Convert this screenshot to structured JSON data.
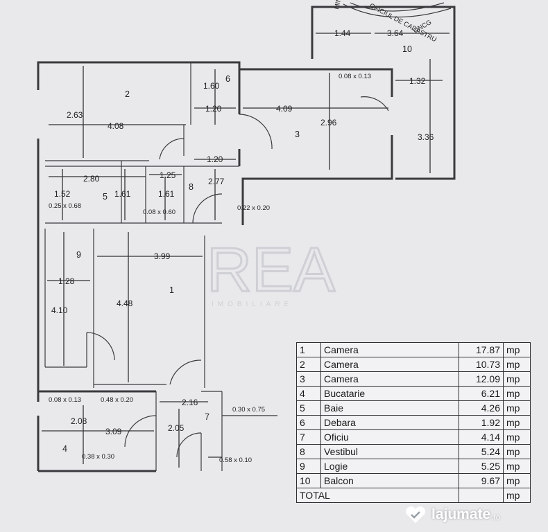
{
  "stamp": {
    "lines": [
      "MIN",
      "OFICIUL DE CADASTRU",
      "ONCG"
    ]
  },
  "rooms": {
    "r1": "1",
    "r2": "2",
    "r3": "3",
    "r4": "4",
    "r5": "5",
    "r6": "6",
    "r7": "7",
    "r8": "8",
    "r9": "9",
    "r10": "10"
  },
  "dimensions": {
    "d_1_44": "1.44",
    "d_3_64": "3.64",
    "d_1_32": "1.32",
    "d_3_36": "3.36",
    "d_0_08x0_13_top": "0.08 x 0.13",
    "d_2_63": "2.63",
    "d_4_08": "4.08",
    "d_1_60": "1.60",
    "d_1_20_a": "1.20",
    "d_1_20_b": "1.20",
    "d_4_09": "4.09",
    "d_2_96": "2.96",
    "d_2_80": "2.80",
    "d_1_25": "1.25",
    "d_1_52": "1.52",
    "d_1_61_a": "1.61",
    "d_1_61_b": "1.61",
    "d_2_77": "2.77",
    "d_0_25x0_68": "0.25 x 0.68",
    "d_0_08x0_60": "0.08 x 0.60",
    "d_0_22x0_20": "0.22 x 0.20",
    "d_3_99": "3.99",
    "d_1_28": "1.28",
    "d_4_10": "4.10",
    "d_4_48": "4.48",
    "d_0_08x0_13_bot": "0.08 x 0.13",
    "d_0_48x0_20": "0.48 x 0.20",
    "d_2_16": "2.16",
    "d_0_30x0_75": "0.30 x 0.75",
    "d_2_08": "2.08",
    "d_3_09": "3.09",
    "d_2_05": "2.05",
    "d_0_38x0_30": "0.38 x 0.30",
    "d_0_58x0_10": "0.58 x 0.10"
  },
  "watermark": {
    "logo": "REA",
    "tagline": "IMOBILIARE"
  },
  "area_table": {
    "rows": [
      {
        "no": "1",
        "name": "Camera",
        "area": "17.87",
        "unit": "mp"
      },
      {
        "no": "2",
        "name": "Camera",
        "area": "10.73",
        "unit": "mp"
      },
      {
        "no": "3",
        "name": "Camera",
        "area": "12.09",
        "unit": "mp"
      },
      {
        "no": "4",
        "name": "Bucatarie",
        "area": "6.21",
        "unit": "mp"
      },
      {
        "no": "5",
        "name": "Baie",
        "area": "4.26",
        "unit": "mp"
      },
      {
        "no": "6",
        "name": "Debara",
        "area": "1.92",
        "unit": "mp"
      },
      {
        "no": "7",
        "name": "Oficiu",
        "area": "4.14",
        "unit": "mp"
      },
      {
        "no": "8",
        "name": "Vestibul",
        "area": "5.24",
        "unit": "mp"
      },
      {
        "no": "9",
        "name": "Logie",
        "area": "5.25",
        "unit": "mp"
      },
      {
        "no": "10",
        "name": "Balcon",
        "area": "9.67",
        "unit": "mp"
      }
    ],
    "total_label": "TOTAL",
    "total_unit": "mp"
  },
  "brand": {
    "name": "lajumate",
    "tld": ".ro",
    "icon": "heart-logo-icon"
  },
  "colors": {
    "background": "#e9e9ec",
    "ink": "#3a3a3e",
    "watermark": "#cfd0d5",
    "brand_text": "#ffffff"
  }
}
